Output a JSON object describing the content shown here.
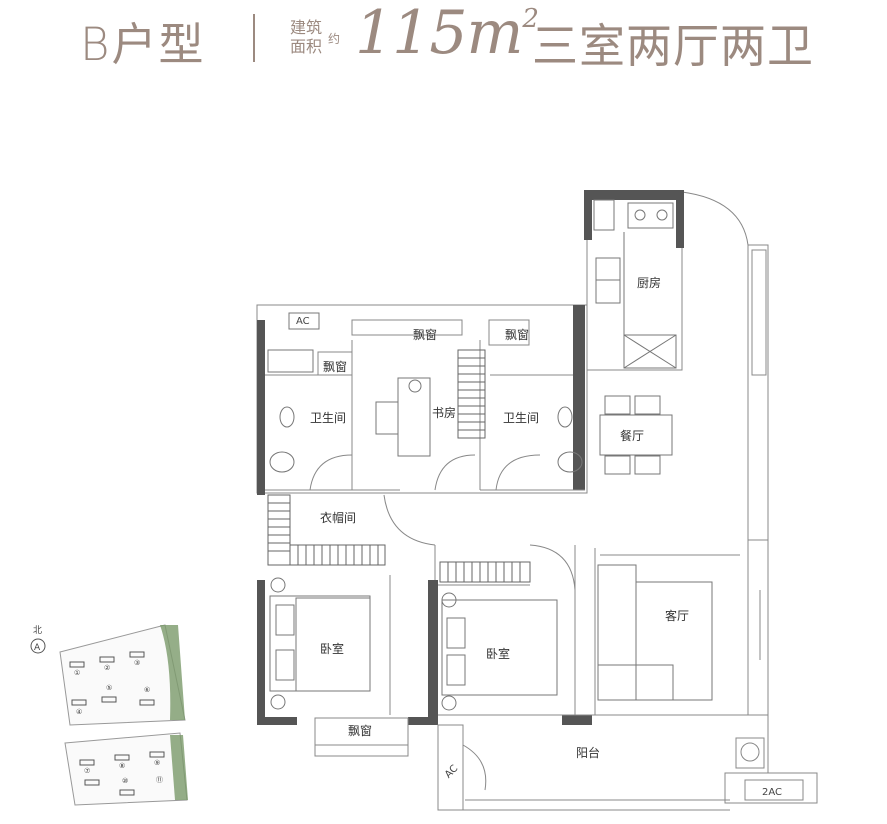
{
  "header": {
    "type_name": "B户型",
    "area_label_line1": "建筑",
    "area_label_line2": "面积",
    "approx": "约",
    "area_value": "115m",
    "area_unit_sup": "2",
    "layout_desc": "三室两厅两卫"
  },
  "rooms": {
    "kitchen": "厨房",
    "bay_window_top": "飘窗",
    "bay_window_left": "飘窗",
    "bay_window_right": "飘窗",
    "bathroom_left": "卫生间",
    "study": "书房",
    "bathroom_right": "卫生间",
    "dining": "餐厅",
    "cloakroom": "衣帽间",
    "bedroom_master": "卧室",
    "bedroom_second": "卧室",
    "living": "客厅",
    "bay_window_bottom": "飘窗",
    "balcony": "阳台",
    "ac_top": "AC",
    "ac_bottom": "2AC",
    "ac_balcony": "AC"
  },
  "site_plan": {
    "north_label": "北",
    "north_letter": "A",
    "buildings_top": [
      "①",
      "②",
      "③",
      "④",
      "⑤",
      "⑥"
    ],
    "buildings_bottom": [
      "⑦",
      "⑧",
      "⑨",
      "⑩",
      "⑪"
    ]
  },
  "colors": {
    "accent": "#9c8a80",
    "wall_dark": "#555555",
    "line": "#888888",
    "green": "#7a9a6a"
  }
}
